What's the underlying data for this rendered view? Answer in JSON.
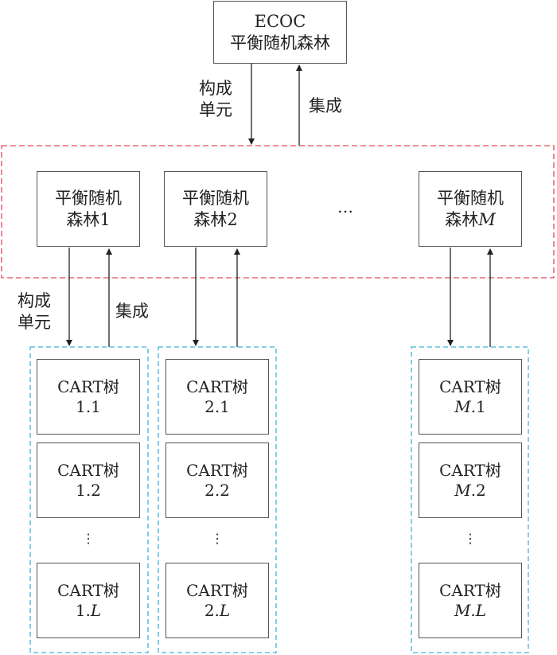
{
  "top": {
    "line1": "ECOC",
    "line2": "平衡随机森林"
  },
  "top_link": {
    "down_label_1": "构成",
    "down_label_2": "单元",
    "up_label": "集成"
  },
  "forests": [
    {
      "line1": "平衡随机",
      "line2_prefix": "森林",
      "line2_index": "1"
    },
    {
      "line1": "平衡随机",
      "line2_prefix": "森林",
      "line2_index": "2"
    },
    {
      "line1": "平衡随机",
      "line2_prefix": "森林",
      "line2_index": "M"
    }
  ],
  "forest_ellipsis": "…",
  "forest_link": {
    "down_label_1": "构成",
    "down_label_2": "单元",
    "up_label": "集成"
  },
  "tree_groups": [
    {
      "trees": [
        {
          "name": "CART树",
          "idx_a": "1",
          "idx_b": ".1"
        },
        {
          "name": "CART树",
          "idx_a": "1",
          "idx_b": ".2"
        },
        {
          "name": "CART树",
          "idx_a": "1.",
          "idx_b": "L"
        }
      ]
    },
    {
      "trees": [
        {
          "name": "CART树",
          "idx_a": "2",
          "idx_b": ".1"
        },
        {
          "name": "CART树",
          "idx_a": "2",
          "idx_b": ".2"
        },
        {
          "name": "CART树",
          "idx_a": "2.",
          "idx_b": "L"
        }
      ]
    },
    {
      "trees": [
        {
          "name": "CART树",
          "idx_a": "M",
          "idx_b": ".1"
        },
        {
          "name": "CART树",
          "idx_a": "M",
          "idx_b": ".2"
        },
        {
          "name": "CART树",
          "idx_a": "M.",
          "idx_b": "L"
        }
      ]
    }
  ],
  "tree_ellipsis": "⋮",
  "colors": {
    "forest_group_border": "#e04a5a",
    "tree_group_border": "#3fb4d8",
    "box_border": "#555555",
    "arrow": "#222222"
  }
}
